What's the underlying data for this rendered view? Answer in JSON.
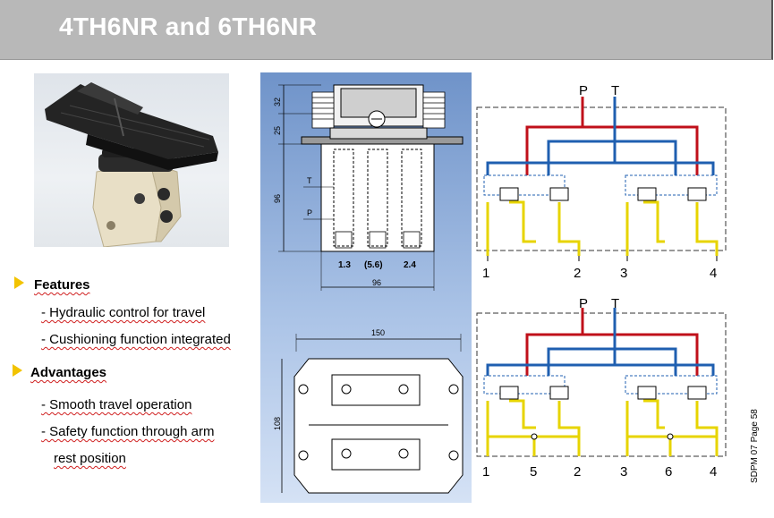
{
  "header": {
    "title": "4TH6NR and 6TH6NR"
  },
  "photo": {
    "icon": "foot-pedal-valve-photo"
  },
  "features": {
    "heading": "Features",
    "items": [
      "- Hydraulic control for travel",
      "- Cushioning function integrated"
    ]
  },
  "advantages": {
    "heading": "Advantages",
    "items": [
      "- Smooth travel operation",
      "- Safety function through arm",
      "rest position"
    ]
  },
  "drawing": {
    "side_dims": [
      "32",
      "25",
      "96"
    ],
    "port_labels": [
      "T",
      "P"
    ],
    "bottom_dims": [
      "1.3",
      "(5.6)",
      "2.4"
    ],
    "width_dim": "96",
    "top_width": "150",
    "top_height": "108"
  },
  "schematic_top": {
    "ports": [
      "P",
      "T"
    ],
    "outputs": [
      "1",
      "2",
      "3",
      "4"
    ]
  },
  "schematic_bottom": {
    "ports": [
      "P",
      "T"
    ],
    "outputs": [
      "1",
      "5",
      "2",
      "3",
      "6",
      "4"
    ]
  },
  "footer": {
    "page_label": "SDPM 07 Page 58"
  },
  "colors": {
    "pressure": "#c0101a",
    "tank": "#1f5fb0",
    "pilot": "#e7d400",
    "bullet": "#f2c300"
  }
}
